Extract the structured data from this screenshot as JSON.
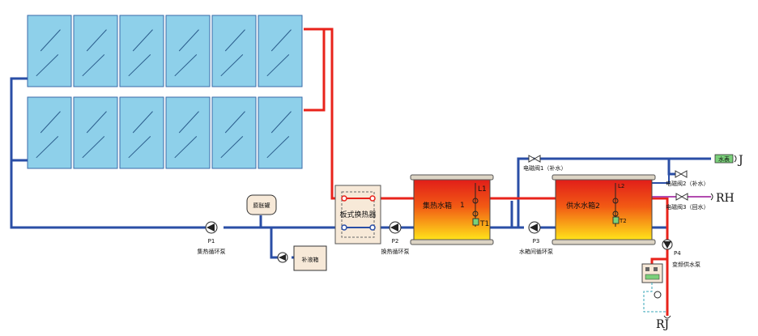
{
  "colors": {
    "hot_pipe": "#e8231b",
    "cold_pipe": "#2a4ea6",
    "purple_pipe": "#b24bb0",
    "panel_fill": "#8ed0ea",
    "panel_stroke": "#3a6aa8",
    "tank_top": "#e01a1a",
    "tank_bottom": "#ffe81a",
    "box_fill": "#f7e9d8"
  },
  "labels": {
    "expansion_tank": "膨胀罐",
    "makeup_tank": "补液箱",
    "plate_hx": "板式换热器",
    "tank1_name": "集热水箱",
    "tank1_num": "1",
    "tank2_name": "供水水箱2",
    "p1": "P1",
    "p1_desc": "集热循环泵",
    "p2": "P2",
    "p2_desc": "换热循环泵",
    "p3": "P3",
    "p3_desc": "水箱间循环泵",
    "p4": "P4",
    "p4_desc": "变频供水泵",
    "valve1": "电磁阀1（补水）",
    "valve2": "电磁阀2（补水）",
    "valve3": "电磁阀3（回水）",
    "l1": "L1",
    "t1": "T1",
    "l2": "L2",
    "t2": "T2",
    "j": "J",
    "rh": "RH",
    "rj": "RJ",
    "meter": "水表"
  }
}
